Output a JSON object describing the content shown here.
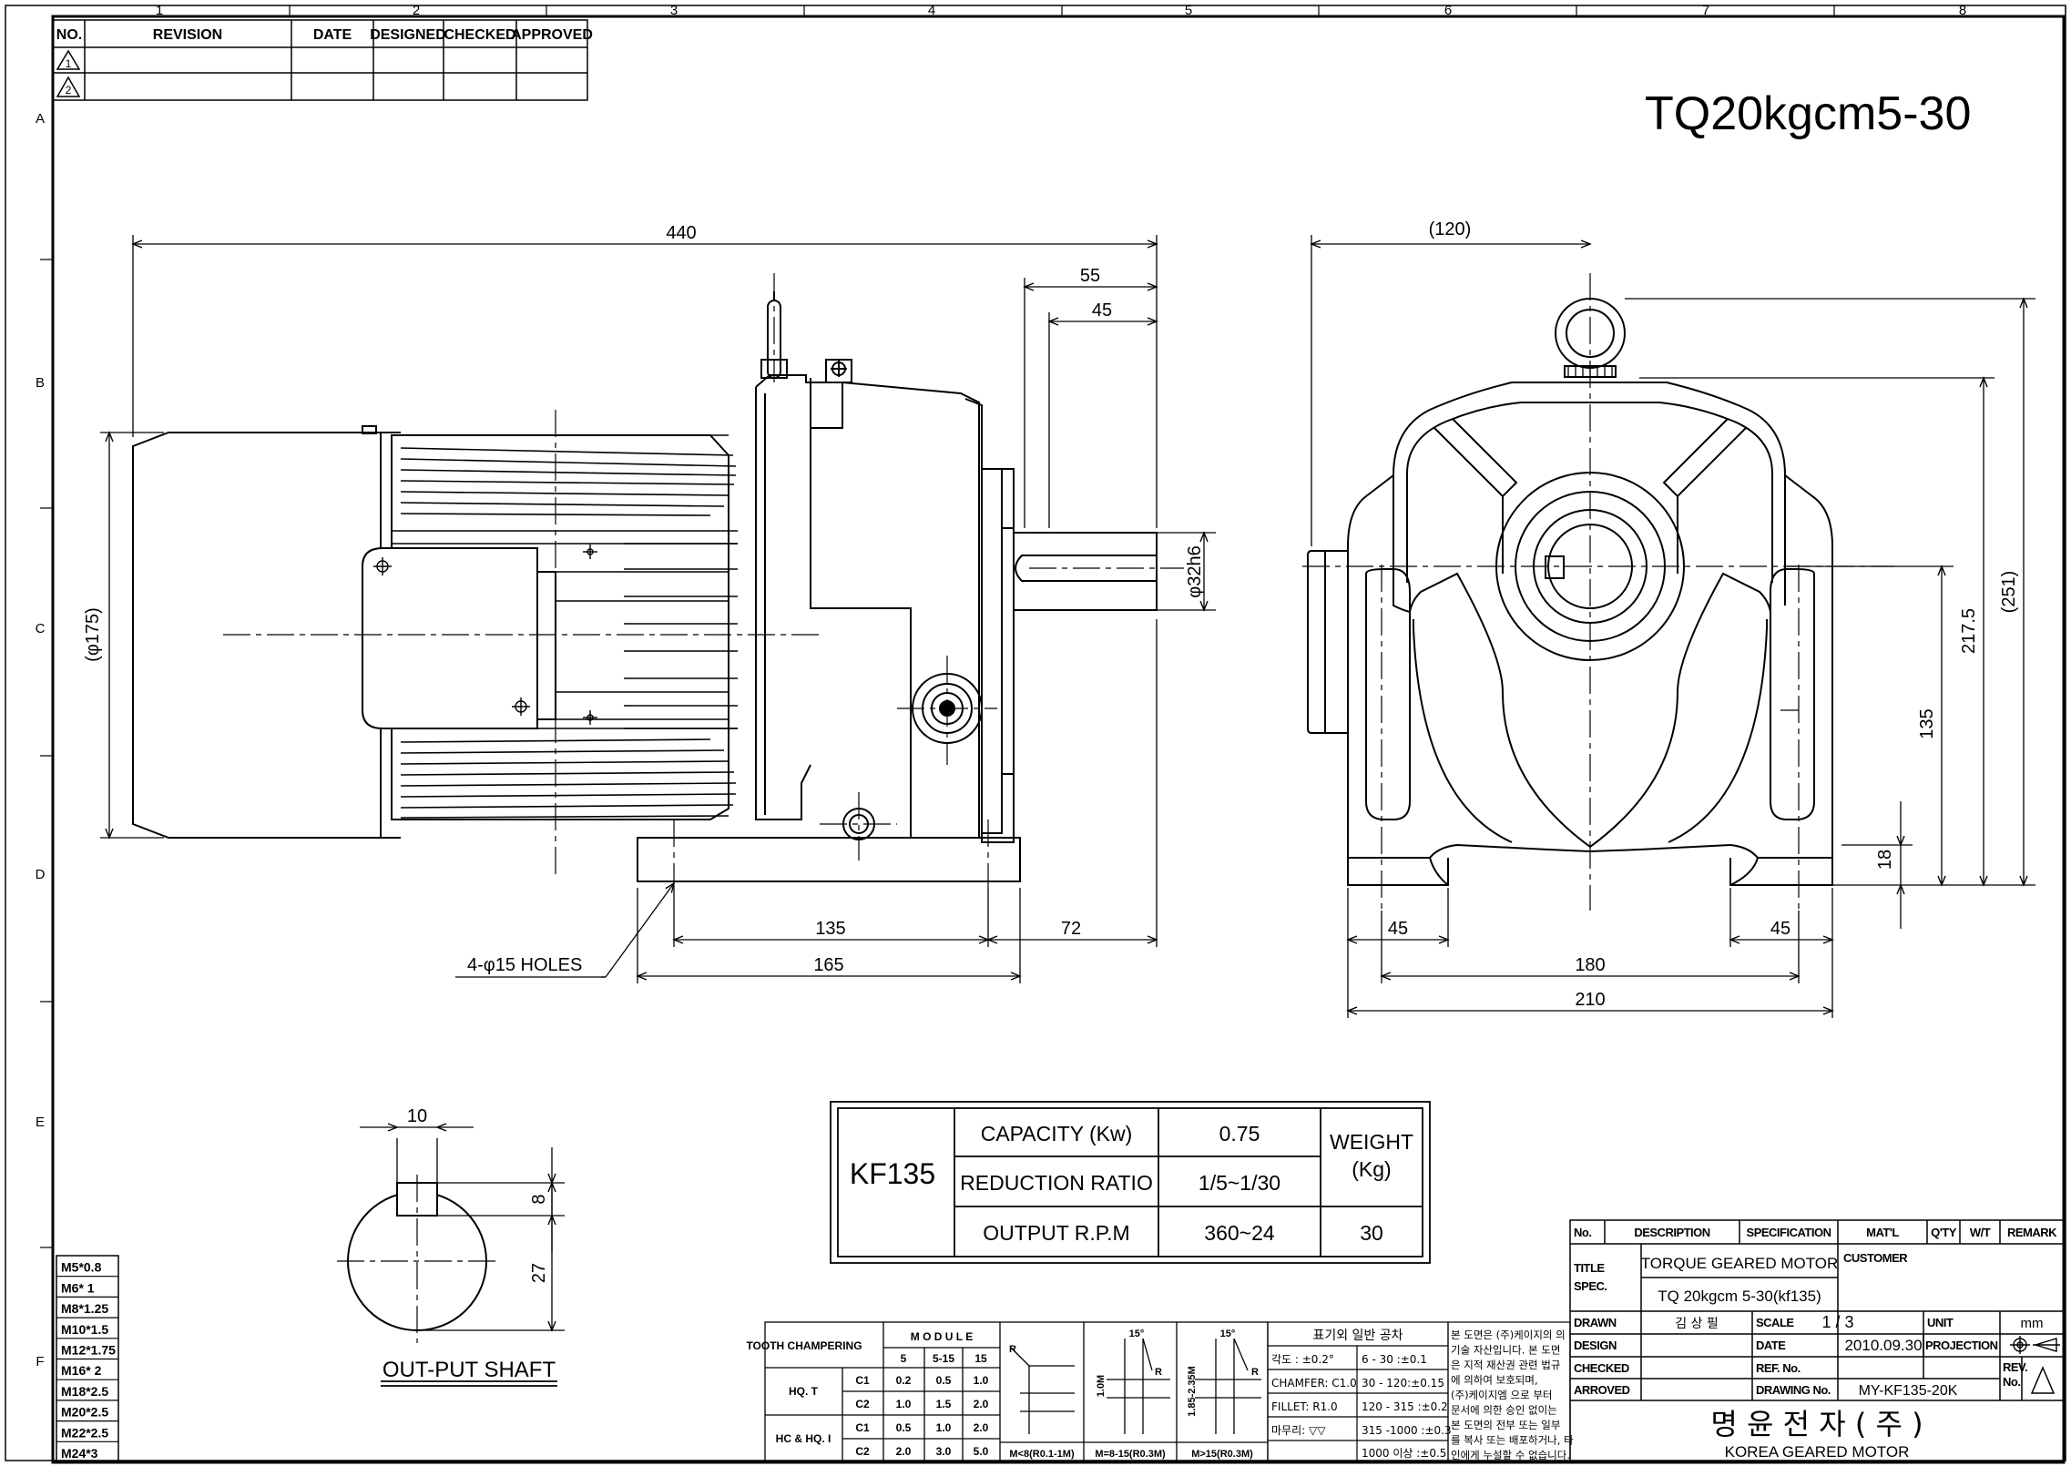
{
  "drawing_title": "TQ20kgcm5-30",
  "border": {
    "column_numbers": [
      "1",
      "2",
      "3",
      "4",
      "5",
      "6",
      "7",
      "8"
    ],
    "row_letters": [
      "A",
      "B",
      "C",
      "D",
      "E",
      "F"
    ]
  },
  "revision_table": {
    "headers": [
      "NO.",
      "REVISION",
      "DATE",
      "DESIGNED",
      "CHECKED",
      "APPROVED"
    ],
    "rows": [
      "1",
      "2"
    ]
  },
  "dimensions": {
    "overall_length": "440",
    "shaft_55": "55",
    "shaft_45": "45",
    "motor_dia": "(φ175)",
    "shaft_dia": "φ32h6",
    "base_135": "135",
    "base_165": "165",
    "base_72": "72",
    "holes": "4-φ15 HOLES",
    "front_120": "(120)",
    "front_251": "(251)",
    "front_2175": "217.5",
    "front_135": "135",
    "front_18": "18",
    "front_45_left": "45",
    "front_45_right": "45",
    "front_180": "180",
    "front_210": "210"
  },
  "shaft_detail": {
    "title": "OUT-PUT SHAFT",
    "key_width": "10",
    "key_depth": "8",
    "height": "27"
  },
  "spec_table": {
    "model": "KF135",
    "capacity_label": "CAPACITY (Kw)",
    "capacity_value": "0.75",
    "ratio_label": "REDUCTION RATIO",
    "ratio_value": "1/5~1/30",
    "rpm_label": "OUTPUT R.P.M",
    "rpm_value": "360~24",
    "weight_label_1": "WEIGHT",
    "weight_label_2": "(Kg)",
    "weight_value": "30"
  },
  "thread_table": [
    "M5*0.8",
    "M6* 1",
    "M8*1.25",
    "M10*1.5",
    "M12*1.75",
    "M16* 2",
    "M18*2.5",
    "M20*2.5",
    "M22*2.5",
    "M24*3"
  ],
  "tooth_table": {
    "title": "TOOTH CHAMPERING",
    "module_label": "M O D U L E",
    "module_cols": [
      "5",
      "5-15",
      "15"
    ],
    "rows": [
      {
        "group": "HQ. T",
        "c": "C1",
        "v": [
          "0.2",
          "0.5",
          "1.0"
        ]
      },
      {
        "group": "",
        "c": "C2",
        "v": [
          "1.0",
          "1.5",
          "2.0"
        ]
      },
      {
        "group": "HC & HQ. I",
        "c": "C1",
        "v": [
          "0.5",
          "1.0",
          "2.0"
        ]
      },
      {
        "group": "",
        "c": "C2",
        "v": [
          "2.0",
          "3.0",
          "5.0"
        ]
      }
    ],
    "fig_labels": [
      "M<8(R0.1-1M)",
      "M=8-15(R0.3M)",
      "M>15(R0.3M)"
    ],
    "fig_notes": [
      "R",
      "15°",
      "1.0M",
      "R",
      "15°",
      "1.85-2.35M",
      "R"
    ]
  },
  "tolerance_table": {
    "title": "표기외 일반 공차",
    "left": [
      "각도 : ±0.2°",
      "CHAMFER: C1.0",
      "FILLET: R1.0",
      "마무리: ▽▽",
      ""
    ],
    "right": [
      "6 - 30 :±0.1",
      "30 - 120:±0.15",
      "120 - 315 :±0.2",
      "315 -1000 :±0.3",
      "1000 이상 :±0.5"
    ]
  },
  "notice_lines": [
    "본 도면은 (주)케이지의 의",
    "기술 자산입니다. 본 도면",
    "은 지적 재산권 관련 법규",
    "에 의하여 보호되며,",
    "(주)케이지엠 으로 부터",
    "문서에 의한 승인 없이는",
    "본 도면의 전부 또는 일부",
    "를 복사 또는 배포하거나, 타",
    "인에게 누설할 수 없습니다."
  ],
  "title_block": {
    "headers": [
      "No.",
      "DESCRIPTION",
      "SPECIFICATION",
      "MAT'L",
      "Q'TY",
      "W/T",
      "REMARK"
    ],
    "title_label_1": "TITLE",
    "title_label_2": "SPEC.",
    "title_value_1": "TORQUE GEARED MOTOR",
    "title_value_2": "TQ 20kgcm 5-30(kf135)",
    "customer_label": "CUSTOMER",
    "drawn_label": "DRAWN",
    "drawn_value": "김 상 필",
    "scale_label": "SCALE",
    "scale_value": "1 / 3",
    "unit_label": "UNIT",
    "unit_value": "mm",
    "design_label": "DESIGN",
    "date_label": "DATE",
    "date_value": "2010.09.30",
    "projection_label": "PROJECTION",
    "checked_label": "CHECKED",
    "ref_label": "REF. No.",
    "rev_label_1": "REV.",
    "rev_label_2": "No.",
    "approved_label": "ARROVED",
    "drawing_no_label": "DRAWING No.",
    "drawing_no_value": "MY-KF135-20K",
    "company_kr": "명 윤 전 자 ( 주 )",
    "company_en": "KOREA   GEARED   MOTOR"
  }
}
